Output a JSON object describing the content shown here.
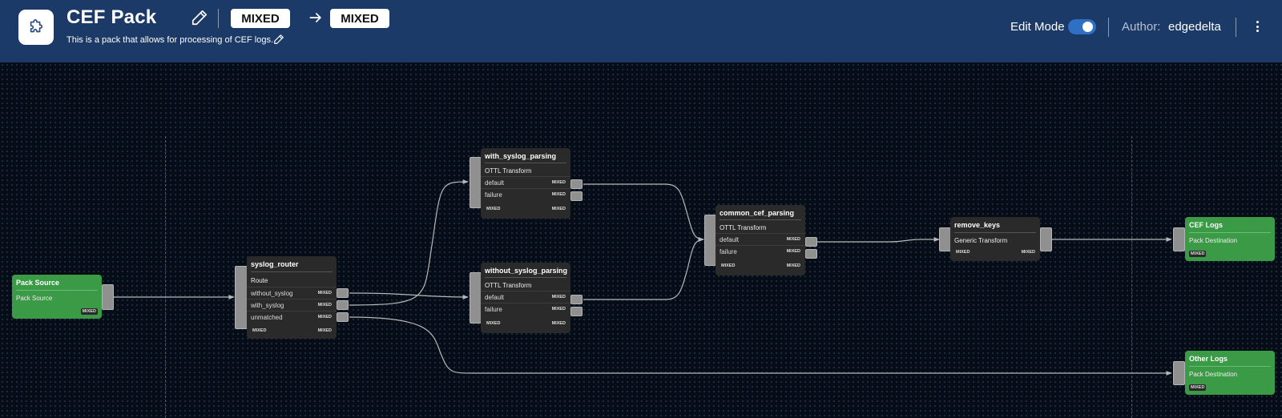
{
  "header": {
    "app_icon": "puzzle-piece-icon",
    "title": "CEF Pack",
    "description": "This is a pack that allows for processing of CEF logs.",
    "input_type": "MIXED",
    "output_type": "MIXED",
    "edit_mode_label": "Edit Mode",
    "edit_mode_on": true,
    "author_label": "Author:",
    "author_value": "edgedelta",
    "colors": {
      "header_bg": "#1b3a68",
      "toggle_on": "#2f6fc4"
    }
  },
  "canvas": {
    "colors": {
      "background": "#070d17",
      "io_node": "#3a9a46",
      "processor_node": "#2a2a2a",
      "edge": "#b8b8b8"
    },
    "nodes": {
      "pack_source": {
        "title": "Pack Source",
        "type": "Pack Source",
        "data_type": "MIXED"
      },
      "syslog_router": {
        "title": "syslog_router",
        "type": "Route",
        "outputs": [
          {
            "label": "without_syslog",
            "data_type": "MIXED"
          },
          {
            "label": "with_syslog",
            "data_type": "MIXED"
          },
          {
            "label": "unmatched",
            "data_type": "MIXED"
          }
        ],
        "input_type": "MIXED",
        "output_type": "MIXED"
      },
      "with_syslog_parsing": {
        "title": "with_syslog_parsing",
        "type": "OTTL Transform",
        "outputs": [
          {
            "label": "default",
            "data_type": "MIXED"
          },
          {
            "label": "failure",
            "data_type": "MIXED"
          }
        ],
        "input_type": "MIXED",
        "output_type": "MIXED"
      },
      "without_syslog_parsing": {
        "title": "without_syslog_parsing",
        "type": "OTTL Transform",
        "outputs": [
          {
            "label": "default",
            "data_type": "MIXED"
          },
          {
            "label": "failure",
            "data_type": "MIXED"
          }
        ],
        "input_type": "MIXED",
        "output_type": "MIXED"
      },
      "common_cef_parsing": {
        "title": "common_cef_parsing",
        "type": "OTTL Transform",
        "outputs": [
          {
            "label": "default",
            "data_type": "MIXED"
          },
          {
            "label": "failure",
            "data_type": "MIXED"
          }
        ],
        "input_type": "MIXED",
        "output_type": "MIXED"
      },
      "remove_keys": {
        "title": "remove_keys",
        "type": "Generic Transform",
        "input_type": "MIXED",
        "output_type": "MIXED"
      },
      "cef_logs": {
        "title": "CEF Logs",
        "type": "Pack Destination",
        "data_type": "MIXED"
      },
      "other_logs": {
        "title": "Other Logs",
        "type": "Pack Destination",
        "data_type": "MIXED"
      }
    },
    "edges": [
      {
        "from": "pack_source",
        "to": "syslog_router"
      },
      {
        "from": "syslog_router.without_syslog",
        "to": "without_syslog_parsing"
      },
      {
        "from": "syslog_router.with_syslog",
        "to": "with_syslog_parsing"
      },
      {
        "from": "syslog_router.unmatched",
        "to": "other_logs"
      },
      {
        "from": "with_syslog_parsing.default",
        "to": "common_cef_parsing"
      },
      {
        "from": "without_syslog_parsing.default",
        "to": "common_cef_parsing"
      },
      {
        "from": "common_cef_parsing.default",
        "to": "remove_keys"
      },
      {
        "from": "remove_keys",
        "to": "cef_logs"
      }
    ]
  }
}
